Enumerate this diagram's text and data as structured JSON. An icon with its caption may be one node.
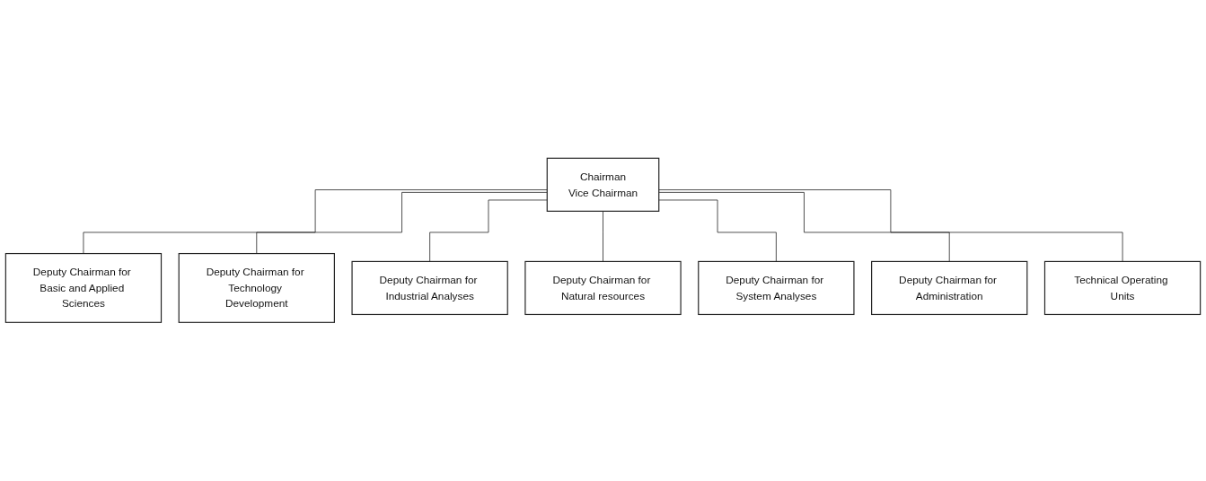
{
  "diagram": {
    "nodes": [
      {
        "text": [
          "Chairman",
          "Vice Chairman"
        ]
      },
      {
        "text": [
          "Deputy Chairman for Basic and Applied Sciences"
        ]
      },
      {
        "text": [
          "Deputy Chairman for Technology Development"
        ]
      },
      {
        "text": [
          "Deputy Chairman for Industrial Analyses"
        ]
      },
      {
        "text": [
          "Deputy Chairman for Natural resources"
        ]
      },
      {
        "text": [
          "Deputy Chairman for System Analyses"
        ]
      },
      {
        "text": [
          "Deputy Chairman for Administration"
        ]
      },
      {
        "text": [
          "Technical Operating Units"
        ]
      }
    ],
    "edges": [
      {
        "from": 0,
        "to": 1,
        "arrow": "none"
      },
      {
        "from": 0,
        "to": 2,
        "arrow": "none"
      },
      {
        "from": 0,
        "to": 3,
        "arrow": "none"
      },
      {
        "from": 0,
        "to": 4,
        "arrow": "none"
      },
      {
        "from": 0,
        "to": 5,
        "arrow": "none"
      },
      {
        "from": 0,
        "to": 6,
        "arrow": "none"
      },
      {
        "from": 0,
        "to": 7,
        "arrow": "none"
      }
    ]
  }
}
